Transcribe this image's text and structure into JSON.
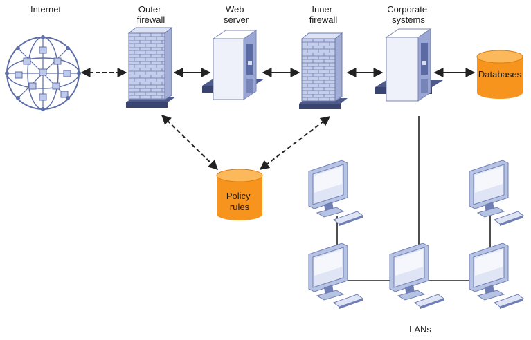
{
  "labels": {
    "internet": "Internet",
    "outer_firewall": [
      "Outer",
      "firewall"
    ],
    "web_server": [
      "Web",
      "server"
    ],
    "inner_firewall": [
      "Inner",
      "firewall"
    ],
    "corporate_systems": [
      "Corporate",
      "systems"
    ],
    "databases": "Databases",
    "policy_rules": [
      "Policy",
      "rules"
    ],
    "lans": "LANs"
  },
  "colors": {
    "storage_orange": "#f7941d",
    "storage_top": "#fbb95c",
    "device_blue": "#b7c3e3",
    "device_blue_dark": "#6f7fb5",
    "device_blue_light": "#dfe5f5",
    "line": "#222222"
  },
  "icons": {
    "internet": "globe-network-icon",
    "firewall": "brick-wall-icon",
    "server": "tower-server-icon",
    "database": "cylinder-database-icon",
    "computer": "desktop-computer-icon"
  }
}
